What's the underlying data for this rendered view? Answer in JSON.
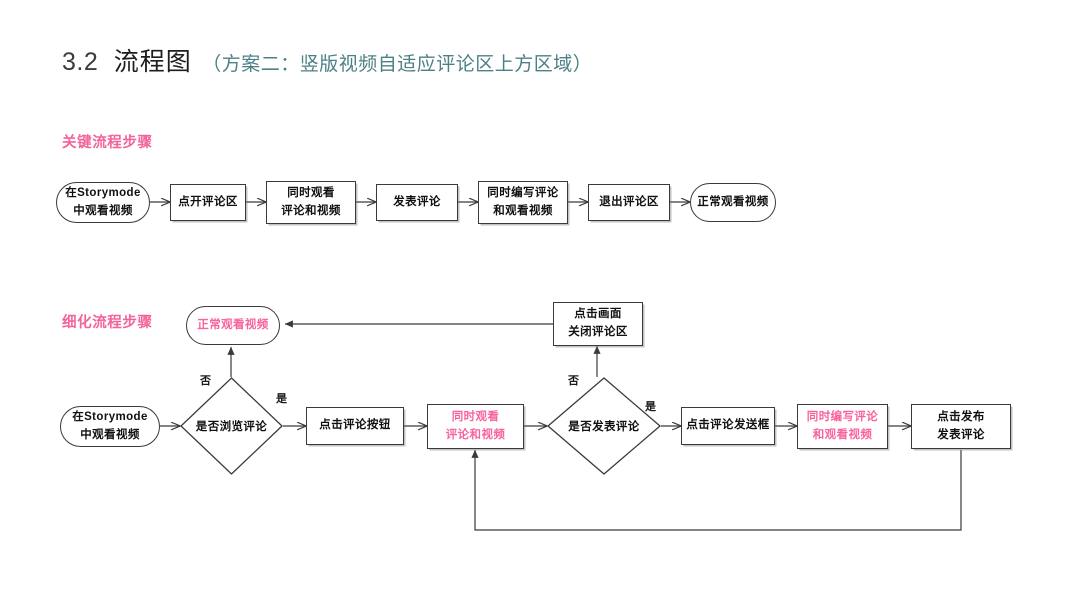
{
  "title": {
    "number": "3.2",
    "main": "流程图",
    "subtitle": "（方案二：竖版视频自适应评论区上方区域）",
    "subtitle_color": "#4d7f86"
  },
  "sections": {
    "key_steps_heading": "关键流程步骤",
    "detail_steps_heading": "细化流程步骤",
    "heading_color": "#f2649a"
  },
  "colors": {
    "pink": "#f8639e",
    "heading_pink": "#f2649a",
    "teal": "#4d7f86",
    "stroke": "#3a3a3a",
    "text": "#111111",
    "background": "#ffffff"
  },
  "key_flow": {
    "nodes": [
      {
        "id": "k1",
        "shape": "stadium",
        "lines": [
          "在Storymode",
          "中观看视频"
        ],
        "color": "black"
      },
      {
        "id": "k2",
        "shape": "rect",
        "lines": [
          "点开评论区"
        ],
        "color": "black"
      },
      {
        "id": "k3",
        "shape": "rect",
        "lines": [
          "同时观看",
          "评论和视频"
        ],
        "color": "black"
      },
      {
        "id": "k4",
        "shape": "rect",
        "lines": [
          "发表评论"
        ],
        "color": "black"
      },
      {
        "id": "k5",
        "shape": "rect",
        "lines": [
          "同时编写评论",
          "和观看视频"
        ],
        "color": "black"
      },
      {
        "id": "k6",
        "shape": "rect",
        "lines": [
          "退出评论区"
        ],
        "color": "black"
      },
      {
        "id": "k7",
        "shape": "stadium",
        "lines": [
          "正常观看视频"
        ],
        "color": "black"
      }
    ]
  },
  "detail_flow": {
    "nodes": [
      {
        "id": "d_start",
        "shape": "stadium",
        "lines": [
          "在Storymode",
          "中观看视频"
        ],
        "color": "black"
      },
      {
        "id": "d_dec1",
        "shape": "diamond",
        "lines": [
          "是否浏览评论"
        ],
        "color": "black"
      },
      {
        "id": "d_btn",
        "shape": "rect",
        "lines": [
          "点击评论按钮"
        ],
        "color": "black"
      },
      {
        "id": "d_watch",
        "shape": "rect",
        "lines": [
          "同时观看",
          "评论和视频"
        ],
        "color": "pink"
      },
      {
        "id": "d_dec2",
        "shape": "diamond",
        "lines": [
          "是否发表评论"
        ],
        "color": "black"
      },
      {
        "id": "d_send",
        "shape": "rect",
        "lines": [
          "点击评论发送框"
        ],
        "color": "black"
      },
      {
        "id": "d_write",
        "shape": "rect",
        "lines": [
          "同时编写评论",
          "和观看视频"
        ],
        "color": "pink"
      },
      {
        "id": "d_publish",
        "shape": "rect",
        "lines": [
          "点击发布",
          "发表评论"
        ],
        "color": "black"
      },
      {
        "id": "d_normal",
        "shape": "stadium",
        "lines": [
          "正常观看视频"
        ],
        "color": "pink"
      },
      {
        "id": "d_close",
        "shape": "rect",
        "lines": [
          "点击画面",
          "关闭评论区"
        ],
        "color": "black"
      }
    ],
    "edge_labels": {
      "dec1_no": "否",
      "dec1_yes": "是",
      "dec2_no": "否",
      "dec2_yes": "是"
    }
  }
}
